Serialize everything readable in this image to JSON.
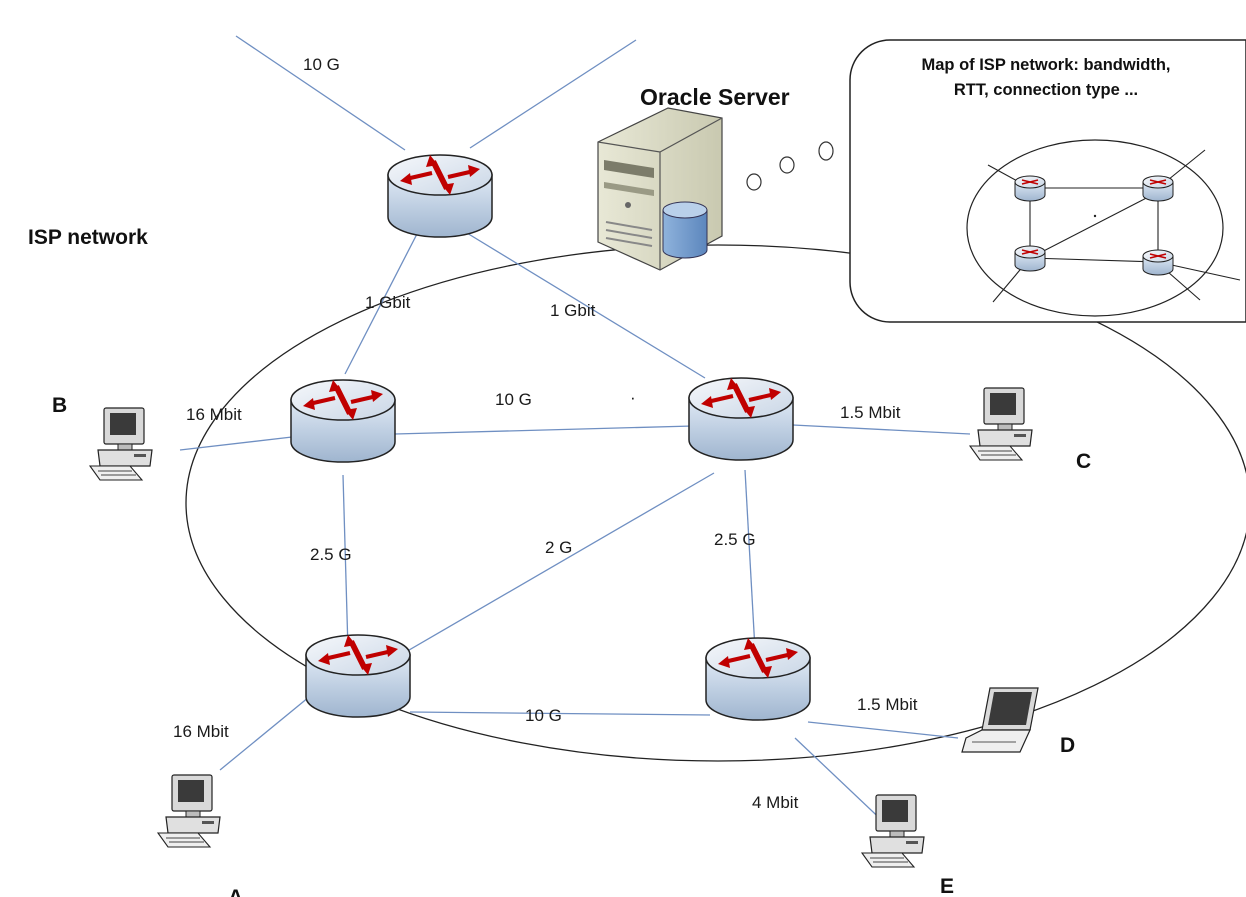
{
  "title": "ISP network",
  "oracle": {
    "label": "Oracle Server",
    "bubble_line1": "Map of ISP network: bandwidth,",
    "bubble_line2": "RTT, connection type ..."
  },
  "links": {
    "top_uplink": "10 G",
    "core_left": "1 Gbit",
    "core_right": "1 Gbit",
    "r1_r2": "10 G",
    "r1_r3": "2.5 G",
    "r2_r4": "2.5 G",
    "r2_r3": "2 G",
    "r3_r4": "10 G",
    "b_link": "16 Mbit",
    "c_link": "1.5 Mbit",
    "a_link": "16 Mbit",
    "d_link": "1.5 Mbit",
    "e_link": "4 Mbit"
  },
  "hosts": {
    "a": "A",
    "b": "B",
    "c": "C",
    "d": "D",
    "e": "E"
  },
  "dot": "·"
}
